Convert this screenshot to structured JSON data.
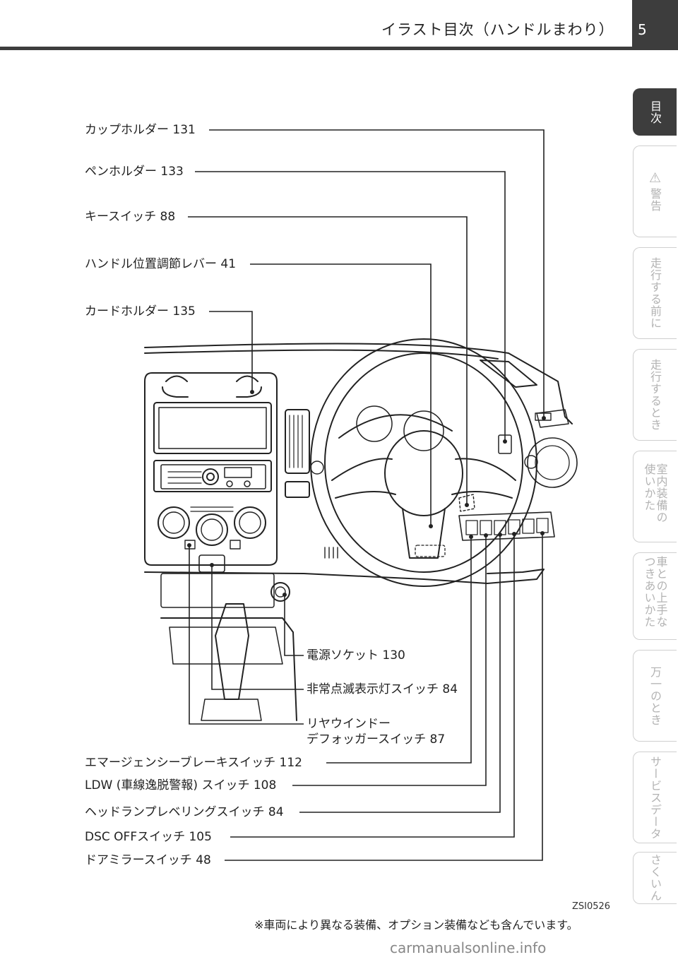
{
  "header": {
    "title": "イラスト目次（ハンドルまわり）",
    "page_number": "5"
  },
  "side_tabs": [
    {
      "label": "目次",
      "active": true
    },
    {
      "label": "警告",
      "icon": "warning-triangle-icon"
    },
    {
      "label": "走行する前に"
    },
    {
      "label": "走行するとき"
    },
    {
      "label": "室内装備の使いかた"
    },
    {
      "label": "車との上手なつきあいかた"
    },
    {
      "label": "万一のとき"
    },
    {
      "label": "サービスデータ"
    },
    {
      "label": "さくいん"
    }
  ],
  "callouts": [
    {
      "id": "cup-holder",
      "text": "カップホルダー 131"
    },
    {
      "id": "pen-holder",
      "text": "ペンホルダー 133"
    },
    {
      "id": "key-switch",
      "text": "キースイッチ 88"
    },
    {
      "id": "steering-lever",
      "text": "ハンドル位置調節レバー 41"
    },
    {
      "id": "card-holder",
      "text": "カードホルダー 135"
    },
    {
      "id": "power-socket",
      "text": "電源ソケット 130"
    },
    {
      "id": "hazard-switch",
      "text": "非常点滅表示灯スイッチ 84"
    },
    {
      "id": "rear-defogger",
      "text": "リヤウインドー\nデフォッガースイッチ 87"
    },
    {
      "id": "emergency-brake",
      "text": "エマージェンシーブレーキスイッチ 112"
    },
    {
      "id": "ldw-switch",
      "text": "LDW (車線逸脱警報) スイッチ 108"
    },
    {
      "id": "headlamp-leveling",
      "text": "ヘッドランプレベリングスイッチ 84"
    },
    {
      "id": "dsc-off",
      "text": "DSC OFFスイッチ 105"
    },
    {
      "id": "mirror-switch",
      "text": "ドアミラースイッチ 48"
    }
  ],
  "figure_code": "ZSI0526",
  "footnote": "※車両により異なる装備、オプション装備なども含んでいます。",
  "watermark": "carmanualsonline.info"
}
